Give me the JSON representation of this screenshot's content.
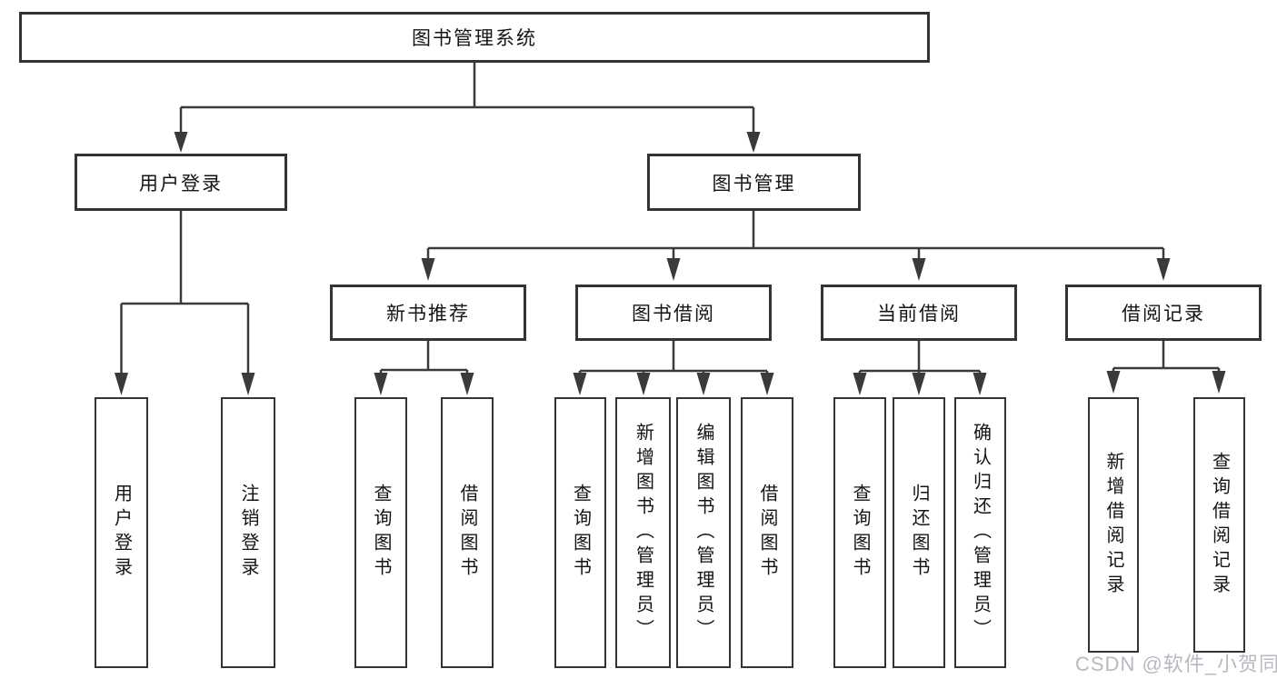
{
  "tree": {
    "root": {
      "label": "图书管理系统"
    },
    "branches": [
      {
        "label": "用户登录",
        "children": [
          {
            "label": "用户登录"
          },
          {
            "label": "注销登录"
          }
        ]
      },
      {
        "label": "图书管理",
        "children": [
          {
            "label": "新书推荐",
            "children": [
              {
                "label": "查询图书"
              },
              {
                "label": "借阅图书"
              }
            ]
          },
          {
            "label": "图书借阅",
            "children": [
              {
                "label": "查询图书"
              },
              {
                "label": "新增图书（管理员）"
              },
              {
                "label": "编辑图书（管理员）"
              },
              {
                "label": "借阅图书"
              }
            ]
          },
          {
            "label": "当前借阅",
            "children": [
              {
                "label": "查询图书"
              },
              {
                "label": "归还图书"
              },
              {
                "label": "确认归还（管理员）"
              }
            ]
          },
          {
            "label": "借阅记录",
            "children": [
              {
                "label": "新增借阅记录"
              },
              {
                "label": "查询借阅记录"
              }
            ]
          }
        ]
      }
    ]
  },
  "watermark": {
    "text": "CSDN @软件_小贺同学",
    "color": "#b6bac0"
  },
  "colors": {
    "line": "#3a3a3a",
    "box_border": "#343434",
    "text": "#141414",
    "background": "#ffffff"
  }
}
